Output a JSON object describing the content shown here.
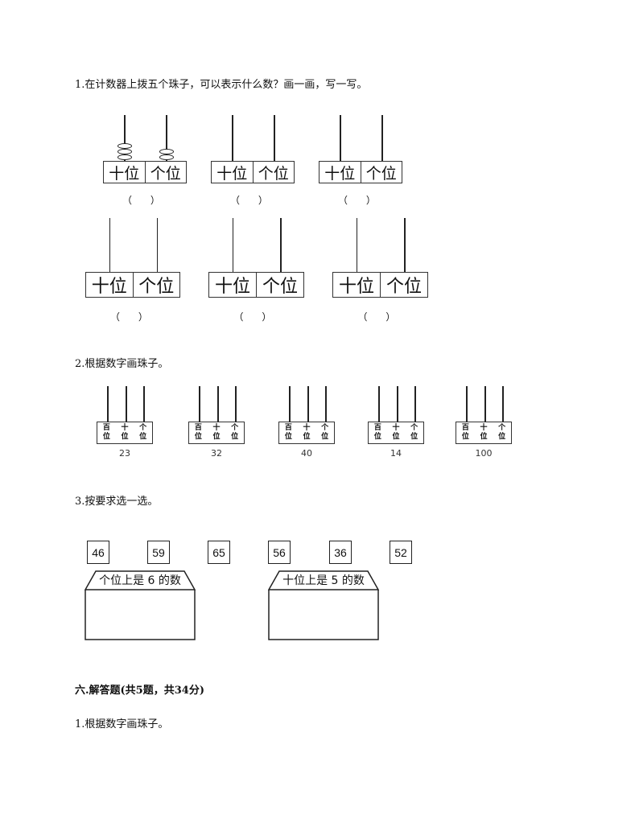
{
  "q1": {
    "title": "1.在计数器上拨五个珠子，可以表示什么数？画一画，写一写。",
    "tens_label": "十位",
    "ones_label": "个位",
    "answer_blank": "（      ）",
    "example_beads": {
      "tens": 3,
      "ones": 2
    },
    "abacus_count": 6
  },
  "q2": {
    "title": "2.根据数字画珠子。",
    "place_labels": [
      "百\n位",
      "十\n位",
      "个\n位"
    ],
    "numbers": [
      "23",
      "32",
      "40",
      "14",
      "100"
    ]
  },
  "q3": {
    "title": "3.按要求选一选。",
    "numbers": [
      "46",
      "59",
      "65",
      "56",
      "36",
      "52"
    ],
    "bins": [
      "个位上是 6 的数",
      "十位上是 5 的数"
    ]
  },
  "section6": {
    "heading": "六.解答题(共5题，共34分)",
    "q1_title": "1.根据数字画珠子。"
  }
}
